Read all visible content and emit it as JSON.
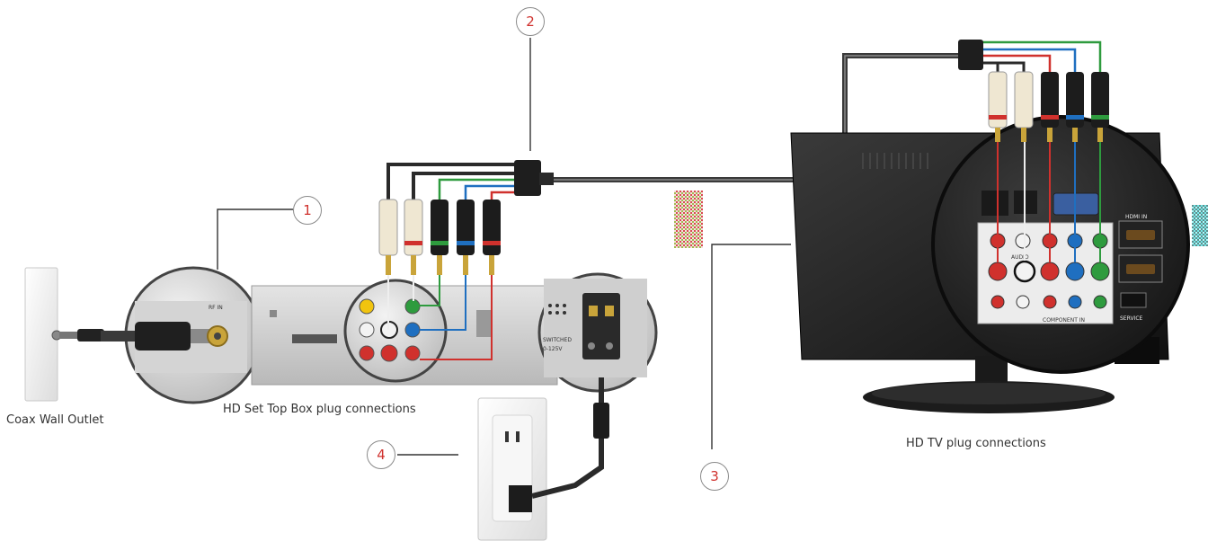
{
  "diagram": {
    "callouts": [
      {
        "number": "1"
      },
      {
        "number": "2"
      },
      {
        "number": "3"
      },
      {
        "number": "4"
      }
    ],
    "captions": {
      "coax_wall_outlet": "Coax Wall Outlet",
      "set_top_box": "HD Set Top Box plug connections",
      "hd_tv": "HD TV plug connections"
    },
    "panel_text": {
      "stb_power_label": "SWITCHED",
      "stb_voltage": "0-125V",
      "tv_hdmi_1": "HDMI IN",
      "tv_audio_label": "AUDIO",
      "tv_component_label": "COMPONENT IN",
      "tv_service_label": "SERVICE"
    },
    "cable_colors": {
      "green": "#2e9b3e",
      "blue": "#1f6fc0",
      "red": "#d0312d",
      "white": "#f2f2f2",
      "black": "#2a2a2a"
    }
  }
}
